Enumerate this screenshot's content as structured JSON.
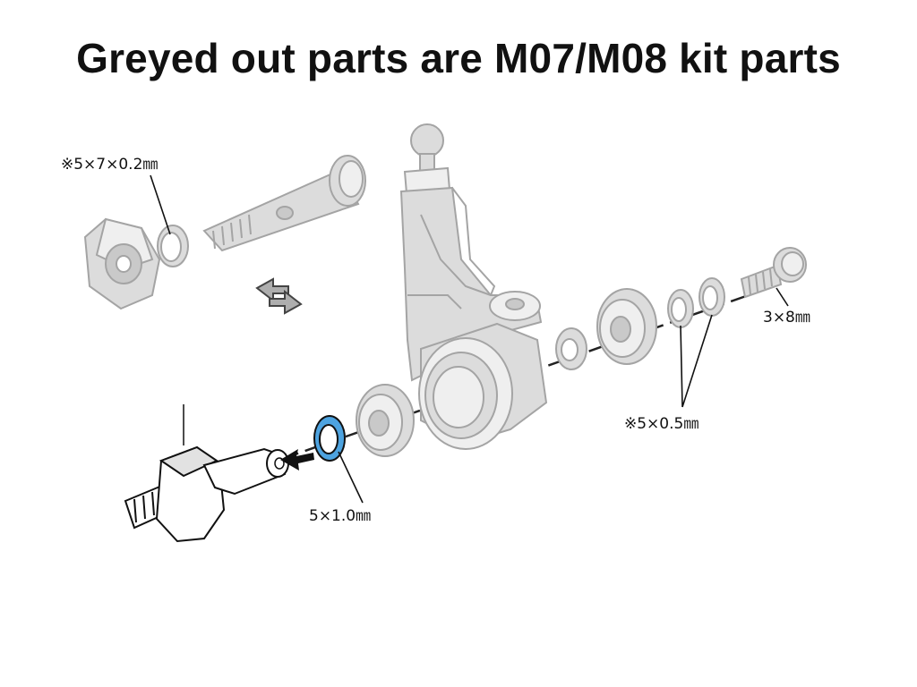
{
  "title": "Greyed out parts are M07/M08 kit parts",
  "labels": {
    "washer_thin": "※5×7×0.2㎜",
    "screw": "3×8㎜",
    "shims": "※5×0.5㎜",
    "spacer_blue": "5×1.0㎜"
  },
  "colors": {
    "kit_part_grey": "#dcdcdc",
    "kit_part_outline": "#a4a4a4",
    "highlight_blue": "#4da3e0",
    "ink": "#111111"
  },
  "icons": {
    "swap": "swap-arrows-icon",
    "direction": "arrow-left-icon"
  }
}
